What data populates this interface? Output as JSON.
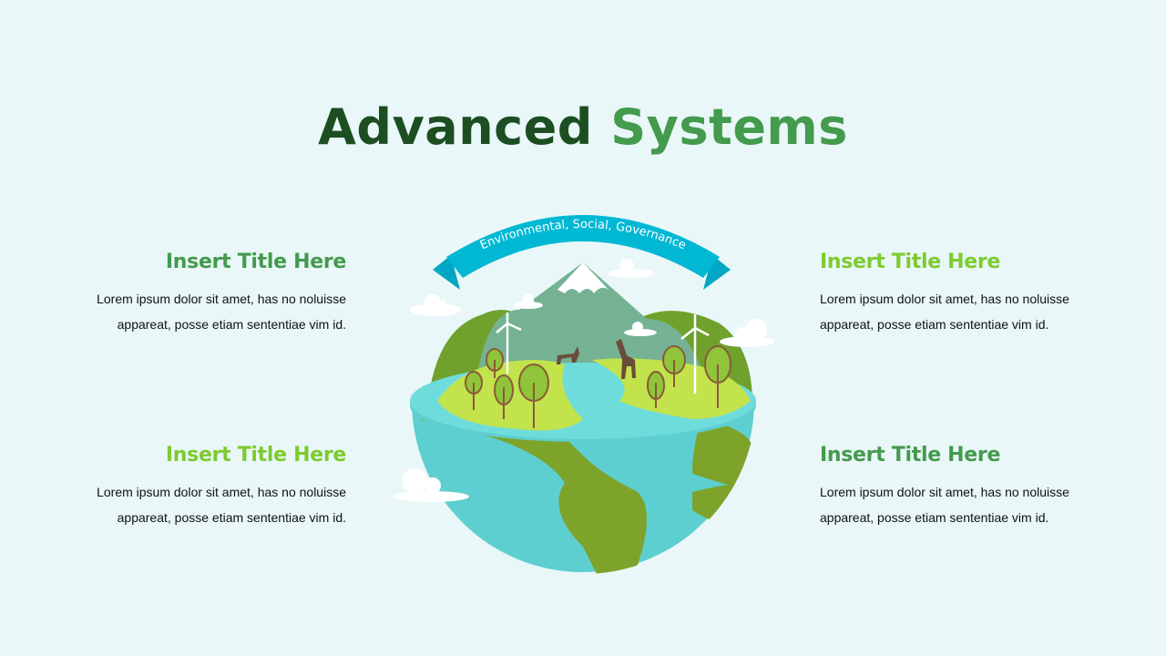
{
  "title": {
    "part1": "Advanced",
    "part2": "Systems"
  },
  "banner": {
    "text": "Environmental, Social, Governance"
  },
  "blocks": [
    {
      "title": "Insert Title Here",
      "line1": "Lorem ipsum dolor sit amet, has no noluisse",
      "line2": "appareat, posse etiam sententiae vim id."
    },
    {
      "title": "Insert Title Here",
      "line1": "Lorem ipsum dolor sit amet, has no noluisse",
      "line2": "appareat, posse etiam sententiae vim id."
    },
    {
      "title": "Insert Title Here",
      "line1": "Lorem ipsum dolor sit amet, has no noluisse",
      "line2": "appareat, posse etiam sententiae vim id."
    },
    {
      "title": "Insert Title Here",
      "line1": "Lorem ipsum dolor sit amet, has no noluisse",
      "line2": "appareat, posse etiam sententiae vim id."
    }
  ],
  "colors": {
    "background": "#e9f7f8",
    "dark_green": "#1c4e22",
    "mid_green": "#449a4d",
    "lime": "#7dcb2f",
    "banner": "#00b8d4",
    "ocean": "#5ecfd0",
    "land": "#7ea32a"
  }
}
